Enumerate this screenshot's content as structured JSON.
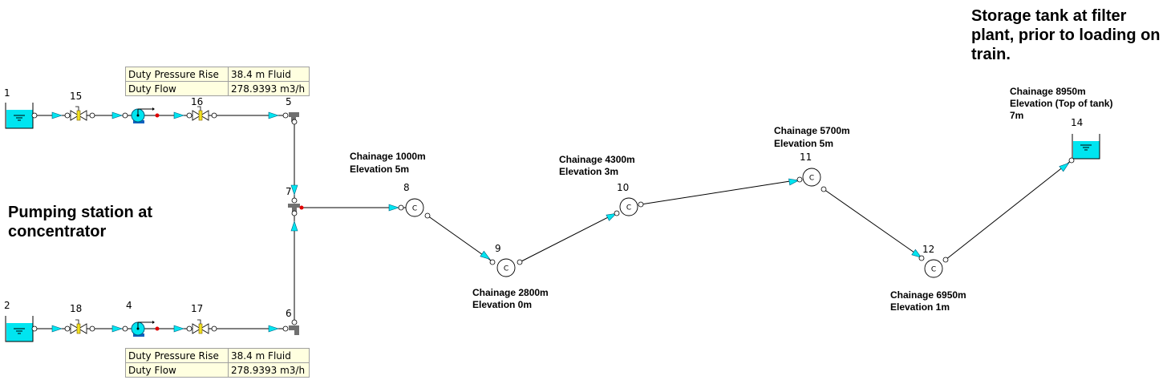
{
  "notes": {
    "pumping_station": [
      "Pumping station at",
      "concentrator"
    ],
    "storage_tank": [
      "Storage tank at filter",
      "plant, prior to loading on",
      "train."
    ]
  },
  "pump_tables": [
    {
      "rows": [
        {
          "label": "Duty Pressure Rise",
          "value": "38.4 m Fluid"
        },
        {
          "label": "Duty Flow",
          "value": "278.9393 m3/h"
        }
      ]
    },
    {
      "rows": [
        {
          "label": "Duty Pressure Rise",
          "value": "38.4 m Fluid"
        },
        {
          "label": "Duty Flow",
          "value": "278.9393 m3/h"
        }
      ]
    }
  ],
  "junctions": {
    "tank1": "1",
    "tank2": "2",
    "pump_lower": "4",
    "elbow_top": "5",
    "elbow_bottom": "6",
    "tee": "7",
    "valve_15": "15",
    "valve_16": "16",
    "valve_17": "17",
    "valve_18": "18",
    "node_8": "8",
    "node_9": "9",
    "node_10": "10",
    "node_11": "11",
    "node_12": "12",
    "tank14": "14"
  },
  "annotations": {
    "node_8": [
      "Chainage 1000m",
      "Elevation 5m"
    ],
    "node_9": [
      "Chainage 2800m",
      "Elevation 0m"
    ],
    "node_10": [
      "Chainage 4300m",
      "Elevation 3m"
    ],
    "node_11": [
      "Chainage 5700m",
      "Elevation 5m"
    ],
    "node_12": [
      "Chainage 6950m",
      "Elevation 1m"
    ],
    "tank14": [
      "Chainage 8950m",
      "Elevation (Top of tank)",
      "7m"
    ]
  },
  "connector_symbol": "C",
  "colors": {
    "fluid": "#00e5f0",
    "fitting": "#707070",
    "valve": "#f0e020",
    "node_red": "#e00000"
  }
}
